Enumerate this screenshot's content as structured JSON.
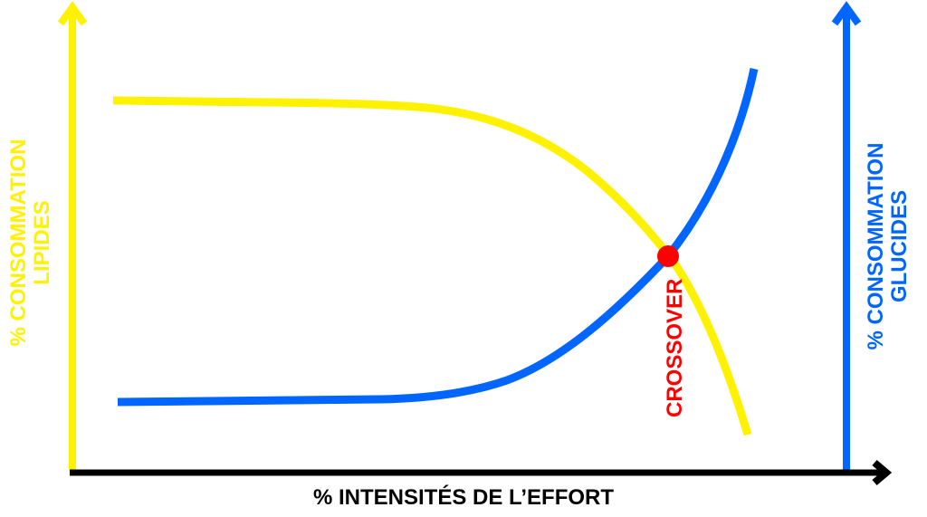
{
  "chart_data": {
    "type": "line",
    "title": "",
    "xlabel": "% INTENSITÉS DE L'EFFORT",
    "ylabel_left": [
      "% CONSOMMATION",
      "LIPIDES"
    ],
    "ylabel_right": [
      "% CONSOMMATION",
      "GLUCIDES"
    ],
    "grid": false,
    "legend": "none",
    "x": [
      0,
      10,
      20,
      30,
      40,
      50,
      60,
      65,
      70,
      75,
      78,
      80,
      85,
      88,
      90,
      93,
      95
    ],
    "series": [
      {
        "name": "Lipides",
        "axis": "left",
        "color": "#FFF200",
        "values": [
          80,
          80,
          79.8,
          79.6,
          79.2,
          77.5,
          73,
          69,
          63,
          55,
          47,
          43,
          33,
          25,
          18,
          10,
          7
        ]
      },
      {
        "name": "Glucides",
        "axis": "right",
        "color": "#0066FF",
        "values": [
          15,
          15.1,
          15.2,
          15.3,
          15.6,
          17,
          21,
          25,
          32,
          40,
          47,
          51,
          62,
          72,
          80,
          90,
          97
        ]
      }
    ],
    "annotations": [
      {
        "text": "CROSSOVER",
        "color": "#FF0000",
        "x": 78,
        "y": 47,
        "marker": "circle"
      }
    ]
  },
  "colors": {
    "lipides": "#FFF200",
    "glucides": "#0066FF",
    "crossover": "#FF0000",
    "axis_x": "#000000"
  },
  "labels": {
    "left_line1": "% CONSOMMATION",
    "left_line2": "LIPIDES",
    "right_line1": "% CONSOMMATION",
    "right_line2": "GLUCIDES",
    "x_axis": "% INTENSITÉS DE L’EFFORT",
    "crossover": "CROSSOVER"
  }
}
